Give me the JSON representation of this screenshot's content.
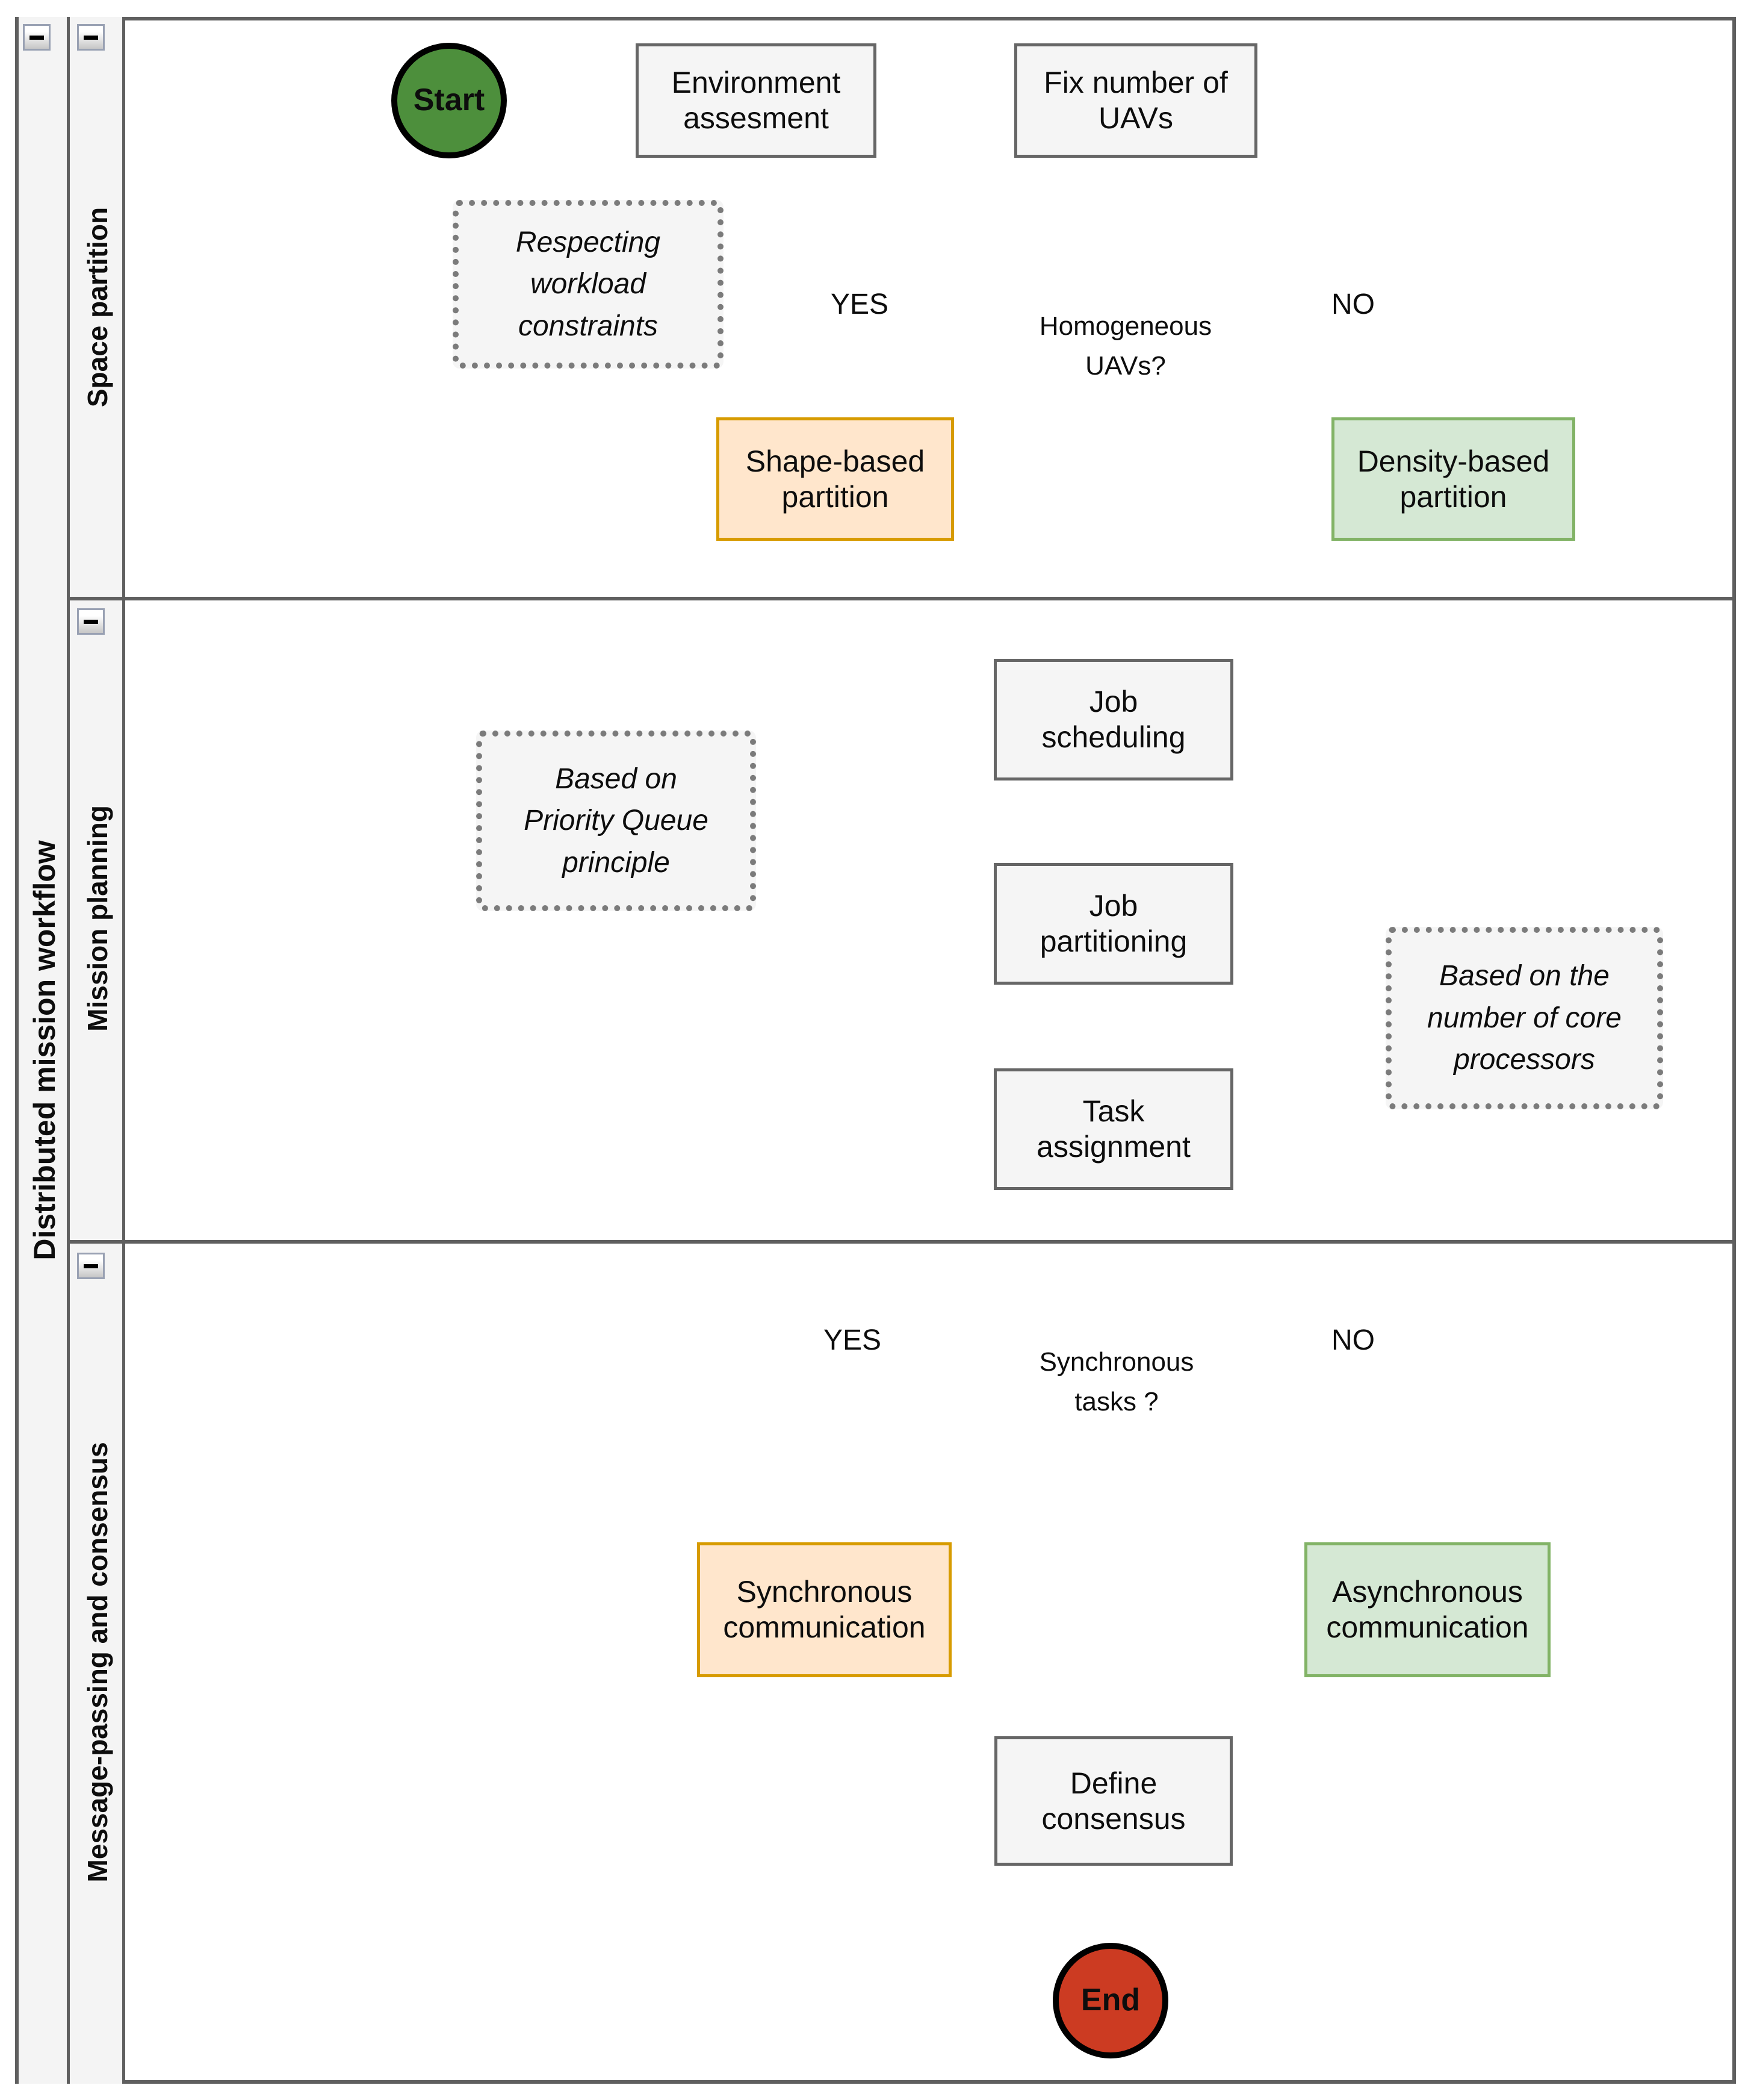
{
  "workflow": {
    "outer_label": "Distributed mission workflow",
    "lanes": [
      "Space partition",
      "Mission planning",
      "Message-passing and consensus"
    ]
  },
  "nodes": {
    "start": "Start",
    "environment_assessment": "Environment\nassesment",
    "fix_uavs": "Fix number of\nUAVs",
    "homogeneous_uavs": "Homogeneous\nUAVs?",
    "shape_partition": "Shape-based\npartition",
    "density_partition": "Density-based\npartition",
    "job_scheduling": "Job\nscheduling",
    "job_partitioning": "Job\npartitioning",
    "task_assignment": "Task\nassignment",
    "synchronous_tasks": "Synchronous\ntasks ?",
    "sync_comm": "Synchronous\ncommunication",
    "async_comm": "Asynchronous\ncommunication",
    "define_consensus": "Define\nconsensus",
    "end": "End"
  },
  "notes": {
    "workload": "Respecting\nworkload\nconstraints",
    "priority_queue": "Based on\nPriority Queue\nprinciple",
    "core_processors": "Based on the\nnumber of core\nprocessors"
  },
  "edge_labels": {
    "yes1": "YES",
    "no1": "NO",
    "yes2": "YES",
    "no2": "NO"
  },
  "colors": {
    "start-fill": "#4d8f3c",
    "end-fill": "#cc3b22",
    "node-fill": "#f5f5f5",
    "node-border": "#666666",
    "decision-fill": "#e1d5e7",
    "decision-border": "#9673a6",
    "orange-fill": "#ffe6cc",
    "orange-border": "#d79b00",
    "green-fill": "#d5e8d4",
    "green-border": "#82b366",
    "green-arrow": "#8cb573",
    "connector-gray": "#616161",
    "lane-header-fill": "#f4f4f4",
    "lane-border": "#5f5f5f"
  }
}
